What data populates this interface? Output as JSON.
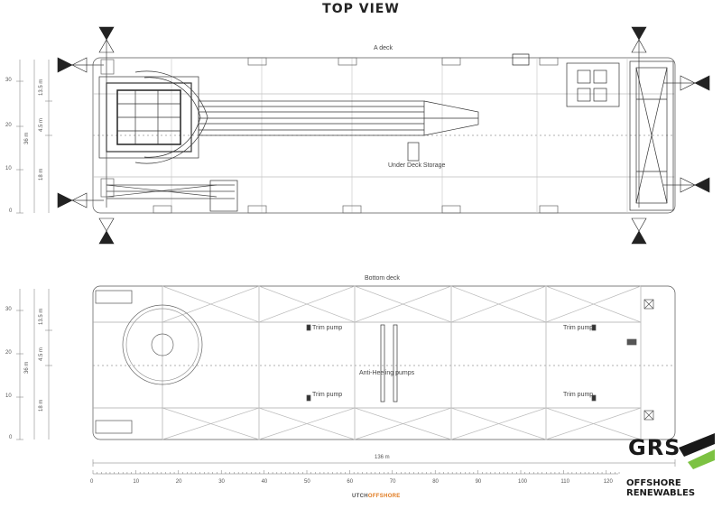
{
  "title": "TOP VIEW",
  "top_plan": {
    "deck_label": "A deck",
    "storage_label": "Under Deck Storage",
    "dim_labels": [
      "13.5 m",
      "4.5 m",
      "36 m",
      "18 m"
    ],
    "y_ticks": [
      "30",
      "20",
      "10",
      "0"
    ]
  },
  "bottom_plan": {
    "deck_label": "Bottom deck",
    "trim_pump_labels": [
      "Trim pump",
      "Trim pump",
      "Trim pump",
      "Trim pump"
    ],
    "anti_heeling_label": "Anti-Heeling pumps",
    "dim_labels": [
      "13.5 m",
      "4.5 m",
      "36 m",
      "18 m"
    ],
    "y_ticks": [
      "30",
      "20",
      "10",
      "0"
    ],
    "length_label": "136 m",
    "x_ticks": [
      "0",
      "10",
      "20",
      "30",
      "40",
      "50",
      "60",
      "70",
      "80",
      "90",
      "100",
      "110",
      "120"
    ]
  },
  "footer": {
    "dutch_prefix": "UTCH",
    "dutch_suffix": "OFFSHORE"
  },
  "logo": {
    "main": "GRS",
    "line1": "OFFSHORE",
    "line2": "RENEWABLES",
    "accent_color": "#7cc242"
  }
}
